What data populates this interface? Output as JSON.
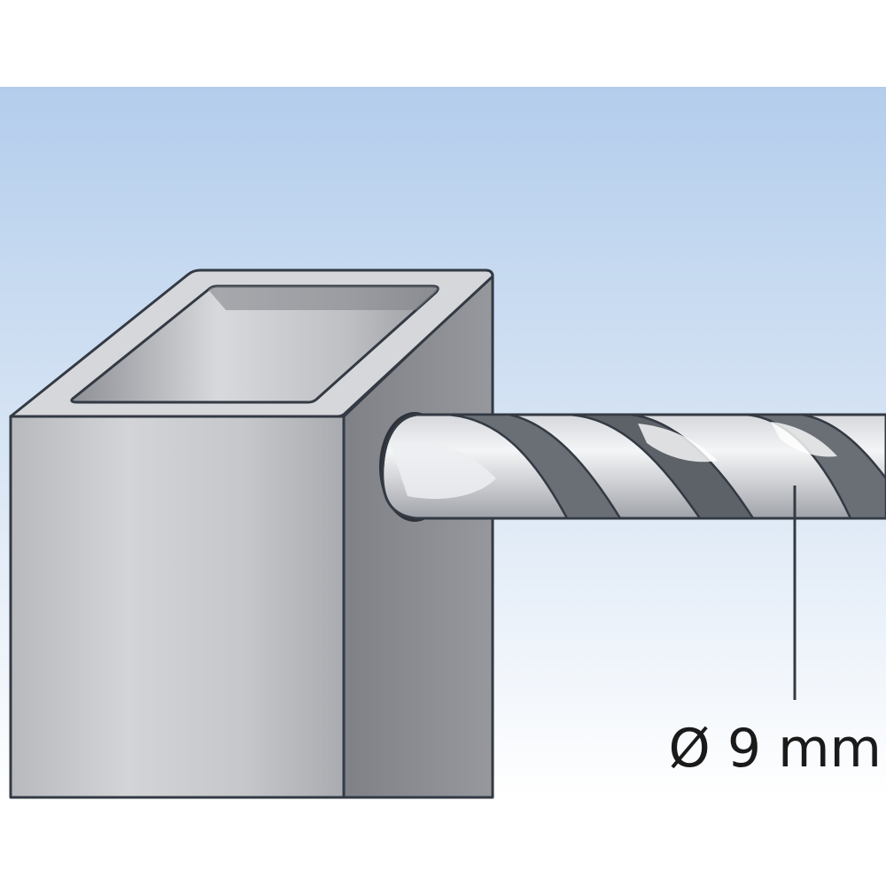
{
  "diagram": {
    "dimension_label": "Ø 9 mm",
    "parts": {
      "post": "square-tube-post",
      "drill": "twist-drill-bit"
    },
    "colors": {
      "sky_top": "#b3cdec",
      "sky_bottom": "#ffffff",
      "outline": "#333a44",
      "tube_front": "#c4c5c9",
      "tube_side": "#8b8d93",
      "tube_top": "#d6d7da",
      "drill_light": "#e6e7ea",
      "drill_dark": "#5d6168"
    }
  }
}
